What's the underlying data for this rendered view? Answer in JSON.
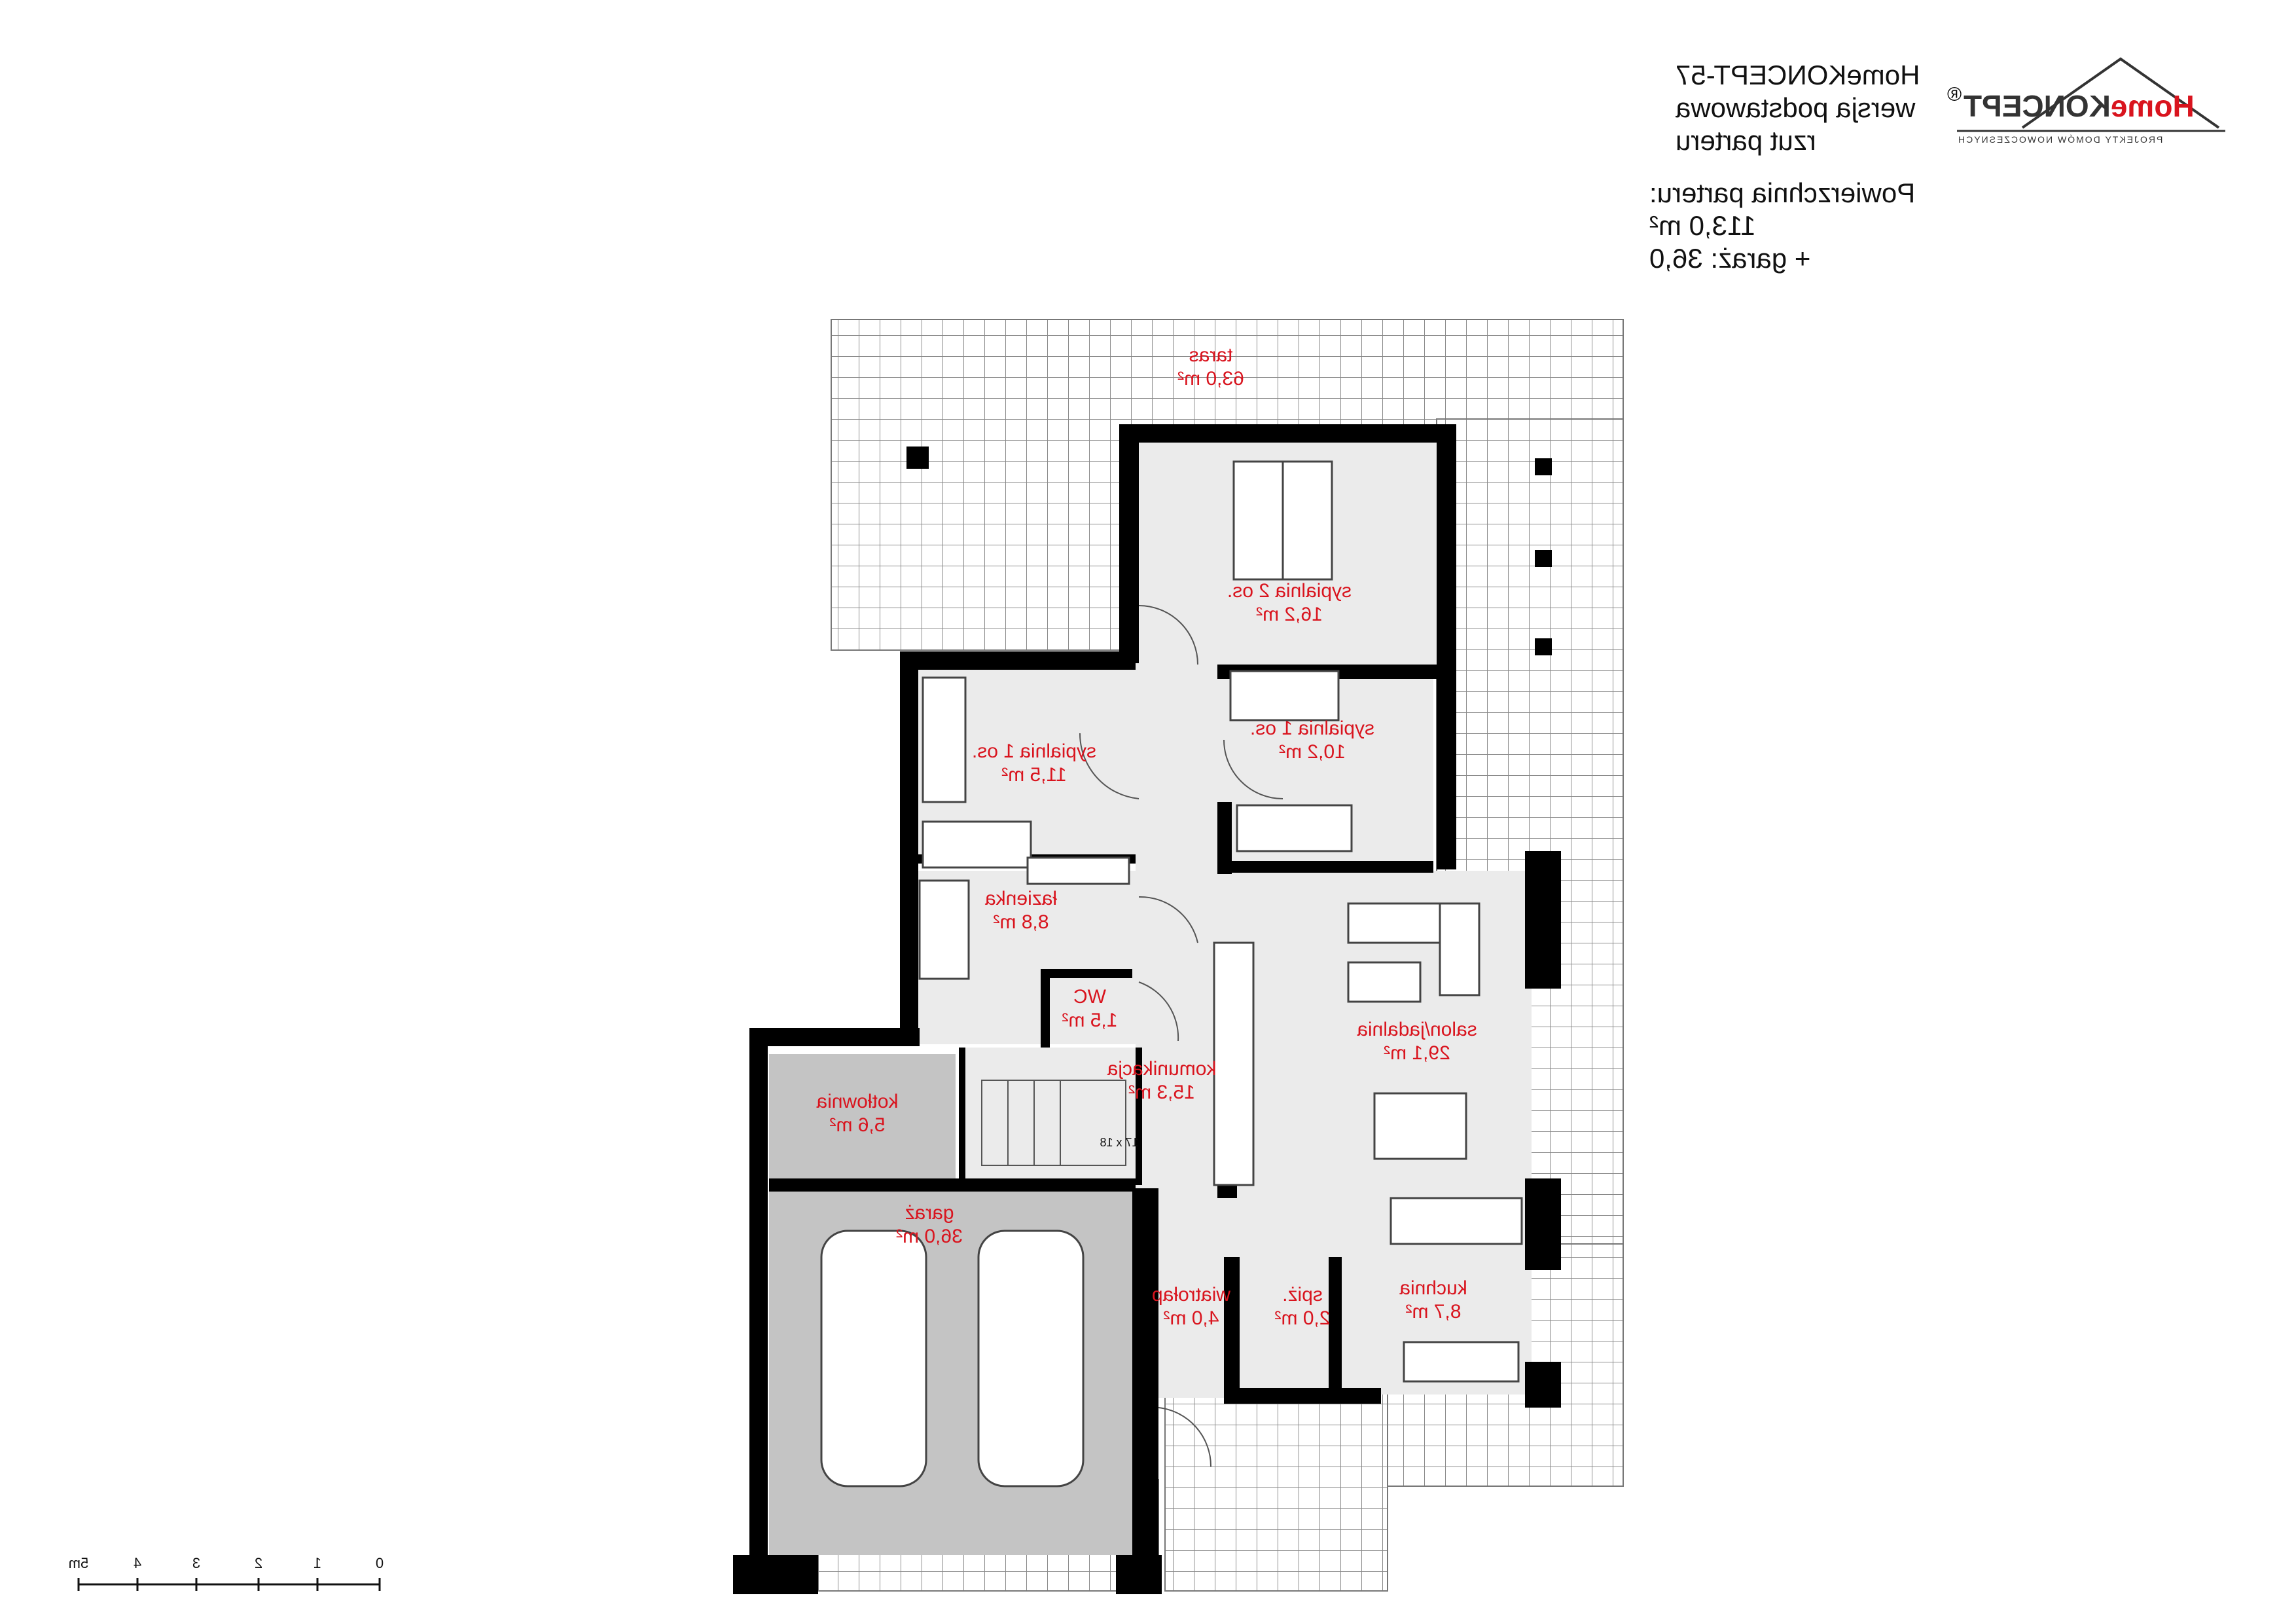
{
  "header": {
    "project": "HomeKONCEPT-57",
    "variant": "wersja podstawowa",
    "sheet": "rzut parteru",
    "area_label": "Powierzchnia parteru:",
    "area_value": "113,0 m²",
    "garage_line": "+ garaż: 36,0"
  },
  "logo": {
    "home": "Home",
    "koncept": "KONCEPT",
    "reg": "®",
    "tagline": "PROJEKTY DOMÓW NOWOCZESNYCH",
    "accent": "#d9141e"
  },
  "rooms": [
    {
      "name": "taras",
      "area": "63,0 m²"
    },
    {
      "name": "sypialnia 2 os.",
      "area": "16,2 m²"
    },
    {
      "name": "sypialnia 1 os.",
      "area": "11,5 m²"
    },
    {
      "name": "sypialnia 1 os.",
      "area": "10,2 m²"
    },
    {
      "name": "łazienka",
      "area": "8,8 m²"
    },
    {
      "name": "WC",
      "area": "1,5 m²"
    },
    {
      "name": "salon/jadalnia",
      "area": "29,1 m²"
    },
    {
      "name": "komunikacja",
      "area": "15,3 m²"
    },
    {
      "name": "kotłownia",
      "area": "5,6 m²"
    },
    {
      "name": "garaż",
      "area": "36,0 m²"
    },
    {
      "name": "wiatrołap",
      "area": "4,0 m²"
    },
    {
      "name": "spiż.",
      "area": "2,0 m²"
    },
    {
      "name": "kuchnia",
      "area": "8,7 m²"
    }
  ],
  "stairs_note": "17 x 18",
  "scale": {
    "ticks": [
      "0",
      "1",
      "2",
      "3",
      "4",
      "5m"
    ]
  },
  "colors": {
    "wall": "#000000",
    "floor": "#ebebeb",
    "garage": "#c4c4c4",
    "label": "#d9141e",
    "grid": "#9a9a9a"
  }
}
